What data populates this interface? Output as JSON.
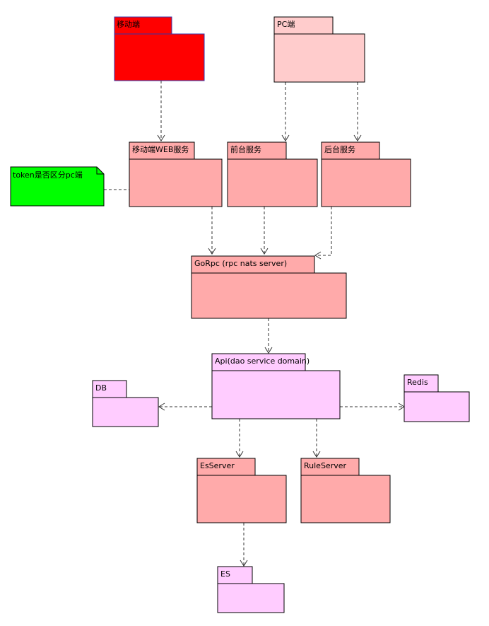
{
  "diagram": {
    "packages": {
      "mobile": {
        "label": "移动端",
        "fill": "#ff0000",
        "border": "#3333aa"
      },
      "pc": {
        "label": "PC端",
        "fill": "#ffcccc",
        "border": "#000000"
      },
      "mobile_web": {
        "label": "移动端WEB服务",
        "fill": "#ffaaaa",
        "border": "#000000"
      },
      "front": {
        "label": "前台服务",
        "fill": "#ffaaaa",
        "border": "#000000"
      },
      "back": {
        "label": "后台服务",
        "fill": "#ffaaaa",
        "border": "#000000"
      },
      "gorpc": {
        "label": "GoRpc (rpc nats server)",
        "fill": "#ffaaaa",
        "border": "#000000"
      },
      "api": {
        "label": "Api(dao service domain)",
        "fill": "#ffccff",
        "border": "#000000"
      },
      "db": {
        "label": "DB",
        "fill": "#ffccff",
        "border": "#000000"
      },
      "redis": {
        "label": "Redis",
        "fill": "#ffccff",
        "border": "#000000"
      },
      "esserver": {
        "label": "EsServer",
        "fill": "#ffaaaa",
        "border": "#000000"
      },
      "ruleserver": {
        "label": "RuleServer",
        "fill": "#ffaaaa",
        "border": "#000000"
      },
      "es": {
        "label": "ES",
        "fill": "#ffccff",
        "border": "#000000"
      }
    },
    "note": {
      "label": "token是否区分pc端",
      "fill": "#00ff00",
      "border": "#000000"
    }
  }
}
